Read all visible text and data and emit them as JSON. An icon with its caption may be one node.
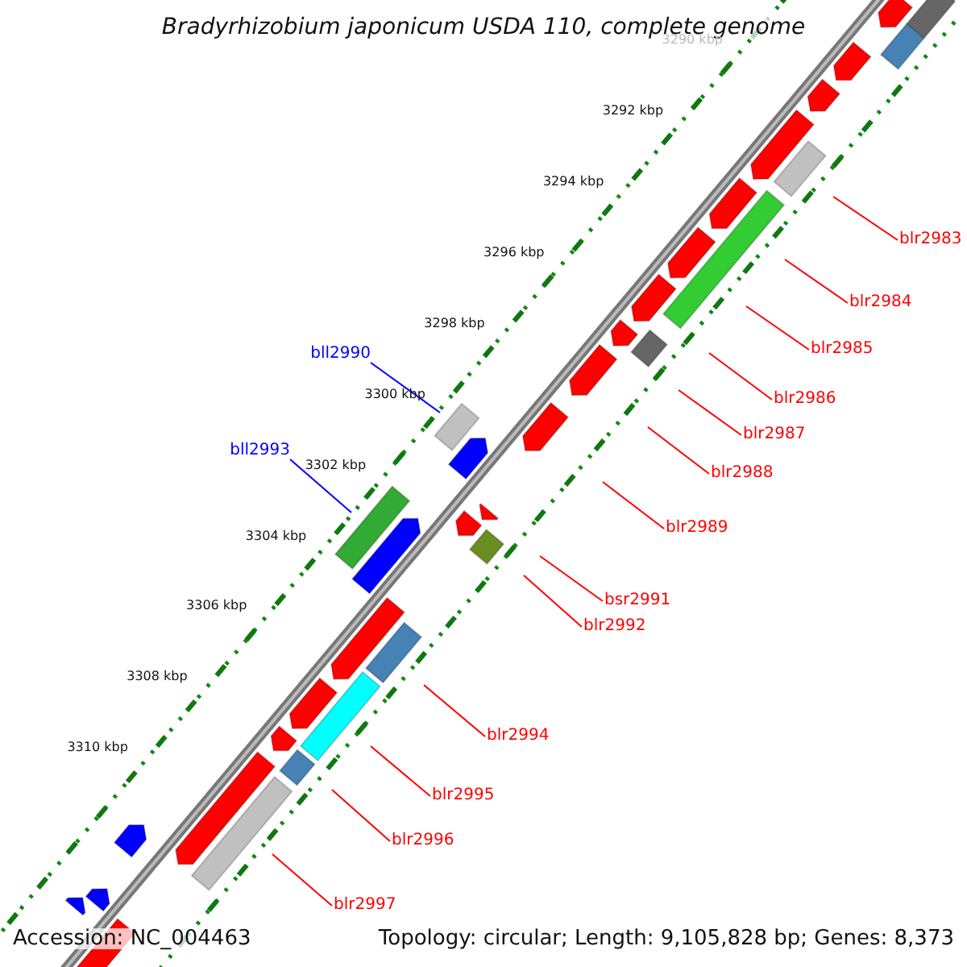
{
  "diagram": {
    "title": "Bradyrhizobium japonicum USDA 110, complete genome",
    "nodes": [
      {
        "text": [
          "blr2983"
        ]
      },
      {
        "text": [
          "blr2984"
        ]
      },
      {
        "text": [
          "blr2985"
        ]
      },
      {
        "text": [
          "bll2990"
        ]
      },
      {
        "text": [
          "blr2986"
        ]
      },
      {
        "text": [
          "blr2987"
        ]
      },
      {
        "text": [
          "bll2993"
        ]
      },
      {
        "text": [
          "blr2988"
        ]
      },
      {
        "text": [
          "blr2989"
        ]
      },
      {
        "text": [
          "bsr2991"
        ]
      },
      {
        "text": [
          "blr2992"
        ]
      },
      {
        "text": [
          "blr2994"
        ]
      },
      {
        "text": [
          "blr2995"
        ]
      },
      {
        "text": [
          "blr2996"
        ]
      },
      {
        "text": [
          "blr2997"
        ]
      }
    ],
    "edges": [
      {
        "from": 0,
        "to": null,
        "arrow": "none"
      },
      {
        "from": 1,
        "to": null,
        "arrow": "none"
      },
      {
        "from": 2,
        "to": null,
        "arrow": "none"
      },
      {
        "from": 3,
        "to": null,
        "arrow": "none",
        "color": "#0000ff"
      },
      {
        "from": 4,
        "to": null,
        "arrow": "none"
      },
      {
        "from": 5,
        "to": null,
        "arrow": "none"
      },
      {
        "from": 6,
        "to": null,
        "arrow": "none",
        "color": "#0000ff"
      },
      {
        "from": 7,
        "to": null,
        "arrow": "none"
      },
      {
        "from": 8,
        "to": null,
        "arrow": "none"
      },
      {
        "from": 9,
        "to": null,
        "arrow": "none"
      },
      {
        "from": 10,
        "to": null,
        "arrow": "none"
      },
      {
        "from": 11,
        "to": null,
        "arrow": "none"
      },
      {
        "from": 12,
        "to": null,
        "arrow": "none"
      },
      {
        "from": 13,
        "to": null,
        "arrow": "none"
      },
      {
        "from": 14,
        "to": null,
        "arrow": "none"
      }
    ],
    "labels": [
      "3290 kbp",
      "3292 kbp",
      "3294 kbp",
      "3296 kbp",
      "3298 kbp",
      "3300 kbp",
      "3302 kbp",
      "3304 kbp",
      "3306 kbp",
      "3308 kbp",
      "3310 kbp",
      "Accession: NC_004463",
      "Topology: circular; Length: 9,105,828 bp; Genes: 8,373"
    ]
  }
}
